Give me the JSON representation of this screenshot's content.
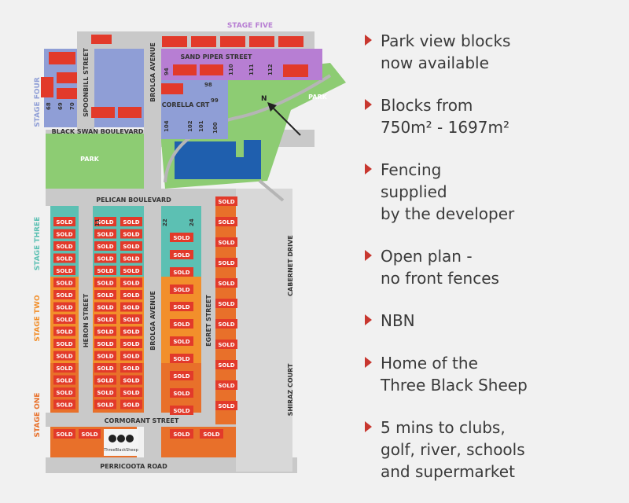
{
  "colors": {
    "background": "#f1f1f1",
    "road": "#c9c9c9",
    "park": "#8dcc73",
    "water": "#1f5fae",
    "sold_red": "#e23a2a",
    "stage_one": "#e8702a",
    "stage_two": "#f28f2b",
    "stage_three": "#5cc0b3",
    "stage_four": "#8f9ed6",
    "stage_five": "#b77ed3",
    "accent": "#c8372f"
  },
  "map": {
    "stage_labels": {
      "one": "STAGE ONE",
      "two": "STAGE TWO",
      "three": "STAGE THREE",
      "four": "STAGE FOUR",
      "five": "STAGE FIVE"
    },
    "streets": {
      "sand_piper": "SAND PIPER STREET",
      "spoonbill": "SPOONBILL STREET",
      "brolga_north": "BROLGA AVENUE",
      "corella": "CORELLA CRT",
      "black_swan": "BLACK SWAN BOULEVARD",
      "pelican": "PELICAN BOULEVARD",
      "heron": "HERON STREET",
      "brolga_south": "BROLGA AVENUE",
      "egret": "EGRET STREET",
      "cabernet": "CABERNET DRIVE",
      "shiraz": "SHIRAZ COURT",
      "cormorant": "CORMORANT STREET",
      "perricoota": "PERRICOOTA ROAD"
    },
    "park_labels": [
      "PARK",
      "PARK"
    ],
    "north_label": "N",
    "sold_label": "SOLD",
    "logo_text": "ThreeBlackSheep",
    "lot_numbers": {
      "stage_four": [
        "68",
        "69",
        "70"
      ],
      "stage_five": [
        "94",
        "98",
        "110",
        "111",
        "112"
      ],
      "corella": [
        "104",
        "102",
        "101",
        "100",
        "99"
      ],
      "stage_three": [
        "11",
        "22",
        "24"
      ]
    }
  },
  "features": [
    {
      "lines": [
        "Park view blocks",
        "now available"
      ]
    },
    {
      "lines": [
        "Blocks from",
        "750m² - 1697m²"
      ]
    },
    {
      "lines": [
        "Fencing",
        "supplied",
        "by the developer"
      ]
    },
    {
      "lines": [
        "Open plan -",
        "no front fences"
      ]
    },
    {
      "lines": [
        "NBN"
      ]
    },
    {
      "lines": [
        "Home of the",
        "Three Black Sheep"
      ]
    },
    {
      "lines": [
        "5 mins to clubs,",
        "golf, river, schools",
        "and supermarket"
      ]
    }
  ]
}
